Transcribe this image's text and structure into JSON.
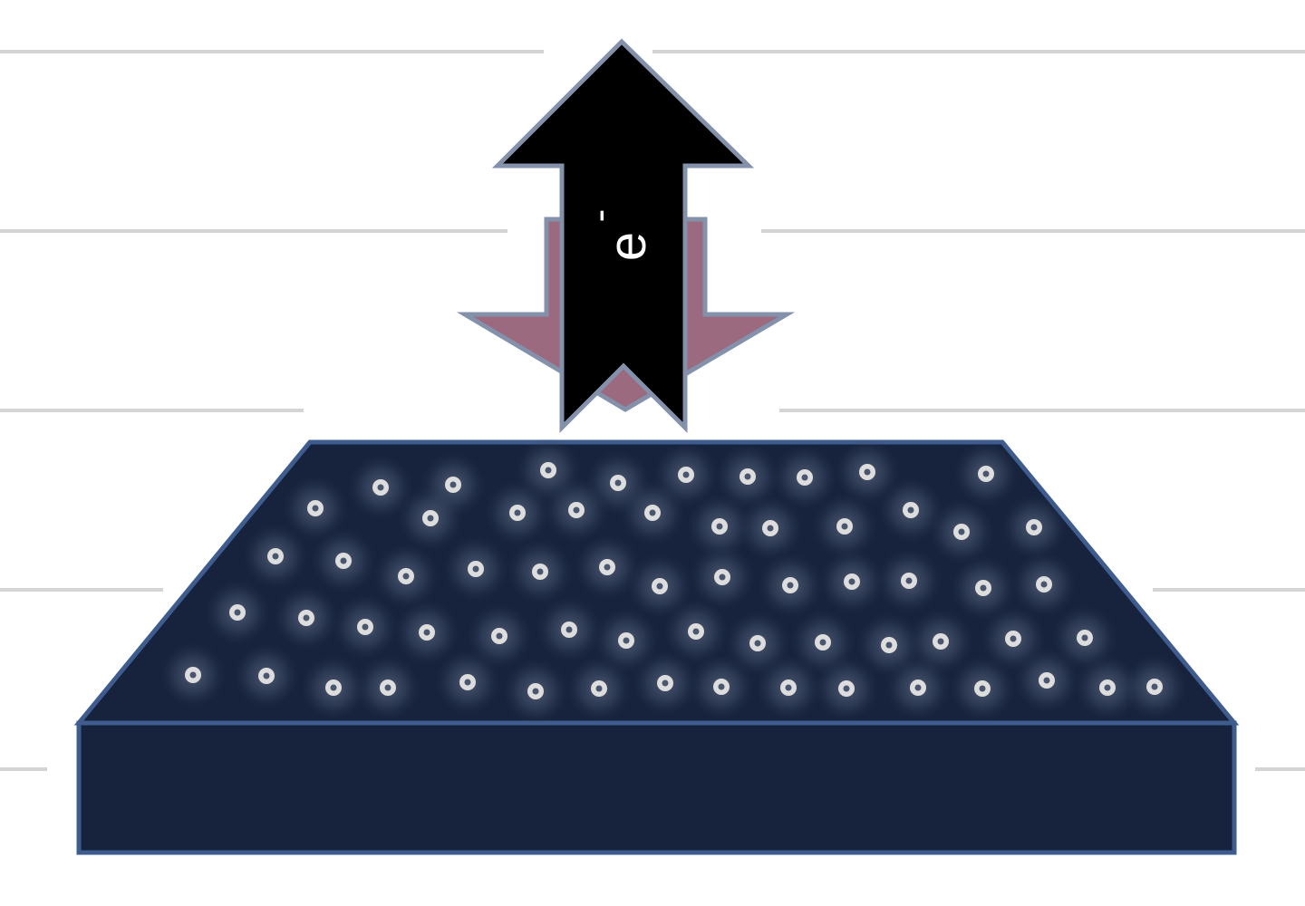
{
  "diagram": {
    "kind": "electron-emission-from-surface",
    "electron_label": "e",
    "electron_superscript": "-",
    "elements": {
      "emitted_electron_arrow": {
        "direction": "up",
        "fill": "#000000",
        "outline": "#8391ab"
      },
      "incident_arrow": {
        "direction": "down",
        "fill": "#9c6a7e",
        "outline": "#8391ab"
      },
      "sample_slab": {
        "fill": "#17233d",
        "outline": "#3e5c8e",
        "particle_color": "#dddddd"
      },
      "background_lines": {
        "color": "#d4d4d4"
      }
    }
  }
}
